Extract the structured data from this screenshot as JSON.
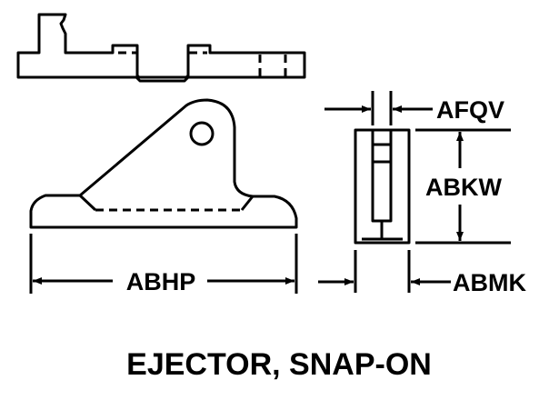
{
  "title": "EJECTOR, SNAP-ON",
  "dimensions": {
    "length": "ABHP",
    "slot_width": "AFQV",
    "height": "ABKW",
    "width": "ABMK"
  },
  "colors": {
    "ink": "#000000",
    "background": "#ffffff"
  }
}
